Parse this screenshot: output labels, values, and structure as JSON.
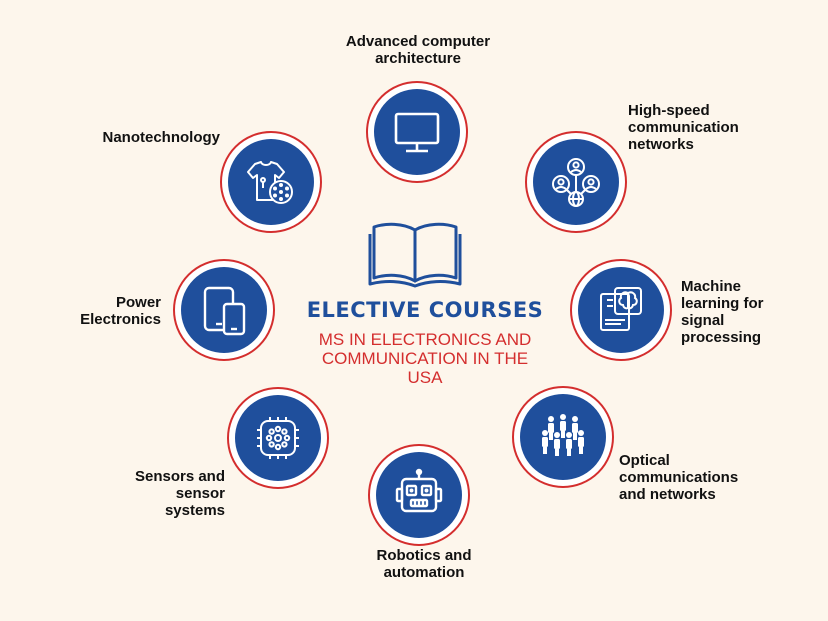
{
  "center": {
    "title": "ELECTIVE COURSES",
    "subtitle": "MS IN ELECTRONICS AND\nCOMMUNICATION IN THE\nUSA"
  },
  "nodes": [
    {
      "label": "Advanced computer\narchitecture",
      "icon": "monitor-icon"
    },
    {
      "label": "High-speed\ncommunication\nnetworks",
      "icon": "network-users-icon"
    },
    {
      "label": "Machine\nlearning for\nsignal\nprocessing",
      "icon": "brain-document-icon"
    },
    {
      "label": "Optical\ncommunications\nand networks",
      "icon": "people-group-icon"
    },
    {
      "label": "Robotics and\nautomation",
      "icon": "robot-icon"
    },
    {
      "label": "Sensors and\nsensor\nsystems",
      "icon": "sensor-chip-icon"
    },
    {
      "label": "Power\nElectronics",
      "icon": "devices-icon"
    },
    {
      "label": "Nanotechnology",
      "icon": "nano-shirt-icon"
    }
  ],
  "colors": {
    "background": "#fdf6ec",
    "circle_fill": "#1f4f9c",
    "ring": "#d42e2e",
    "title": "#1f4f9c",
    "subtitle": "#d42e2e"
  }
}
